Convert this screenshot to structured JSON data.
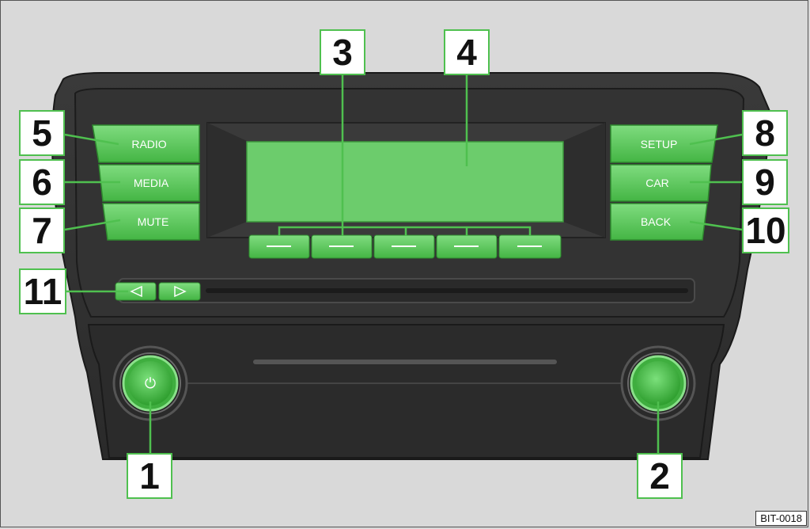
{
  "buttons": {
    "radio": "RADIO",
    "media": "MEDIA",
    "mute": "MUTE",
    "setup": "SETUP",
    "car": "CAR",
    "back": "BACK"
  },
  "callouts": {
    "c1": "1",
    "c2": "2",
    "c3": "3",
    "c4": "4",
    "c5": "5",
    "c6": "6",
    "c7": "7",
    "c8": "8",
    "c9": "9",
    "c10": "10",
    "c11": "11"
  },
  "power_symbol": "⏻",
  "ref_code": "BIT-0018",
  "colors": {
    "accent_green": "#4fc04f",
    "panel_dark": "#2e2e2e",
    "background": "#d9d9d9"
  }
}
